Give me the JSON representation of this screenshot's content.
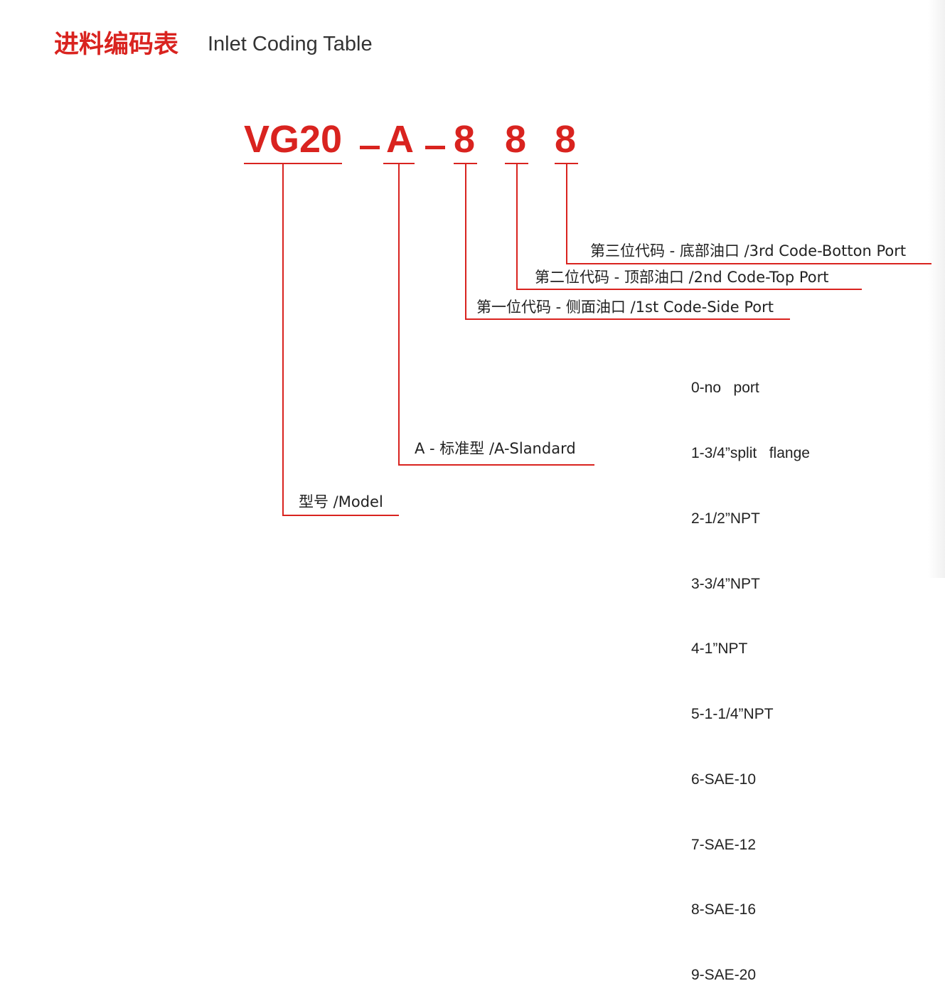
{
  "header": {
    "title_cn": "进料编码表",
    "title_en": "Inlet Coding Table"
  },
  "code": {
    "model": "VG20",
    "type": "A",
    "side": "8",
    "top": "8",
    "bottom": "8"
  },
  "labels": {
    "third_code": "第三位代码 - 底部油口 /3rd Code-Botton  Port",
    "second_code": "第二位代码 - 顶部油口 /2nd Code-Top  Port",
    "first_code": "第一位代码 - 侧面油口 /1st Code-Side Port",
    "standard": "A - 标准型 /A-Slandard",
    "model": "型号 /Model"
  },
  "port_options": [
    "0-no   port",
    "1-3/4”split   flange",
    "2-1/2”NPT",
    "3-3/4”NPT",
    "4-1”NPT",
    "5-1-1/4”NPT",
    "6-SAE-10",
    "7-SAE-12",
    "8-SAE-16",
    "9-SAE-20"
  ],
  "colors": {
    "accent": "#d9231f",
    "text": "#222222"
  }
}
